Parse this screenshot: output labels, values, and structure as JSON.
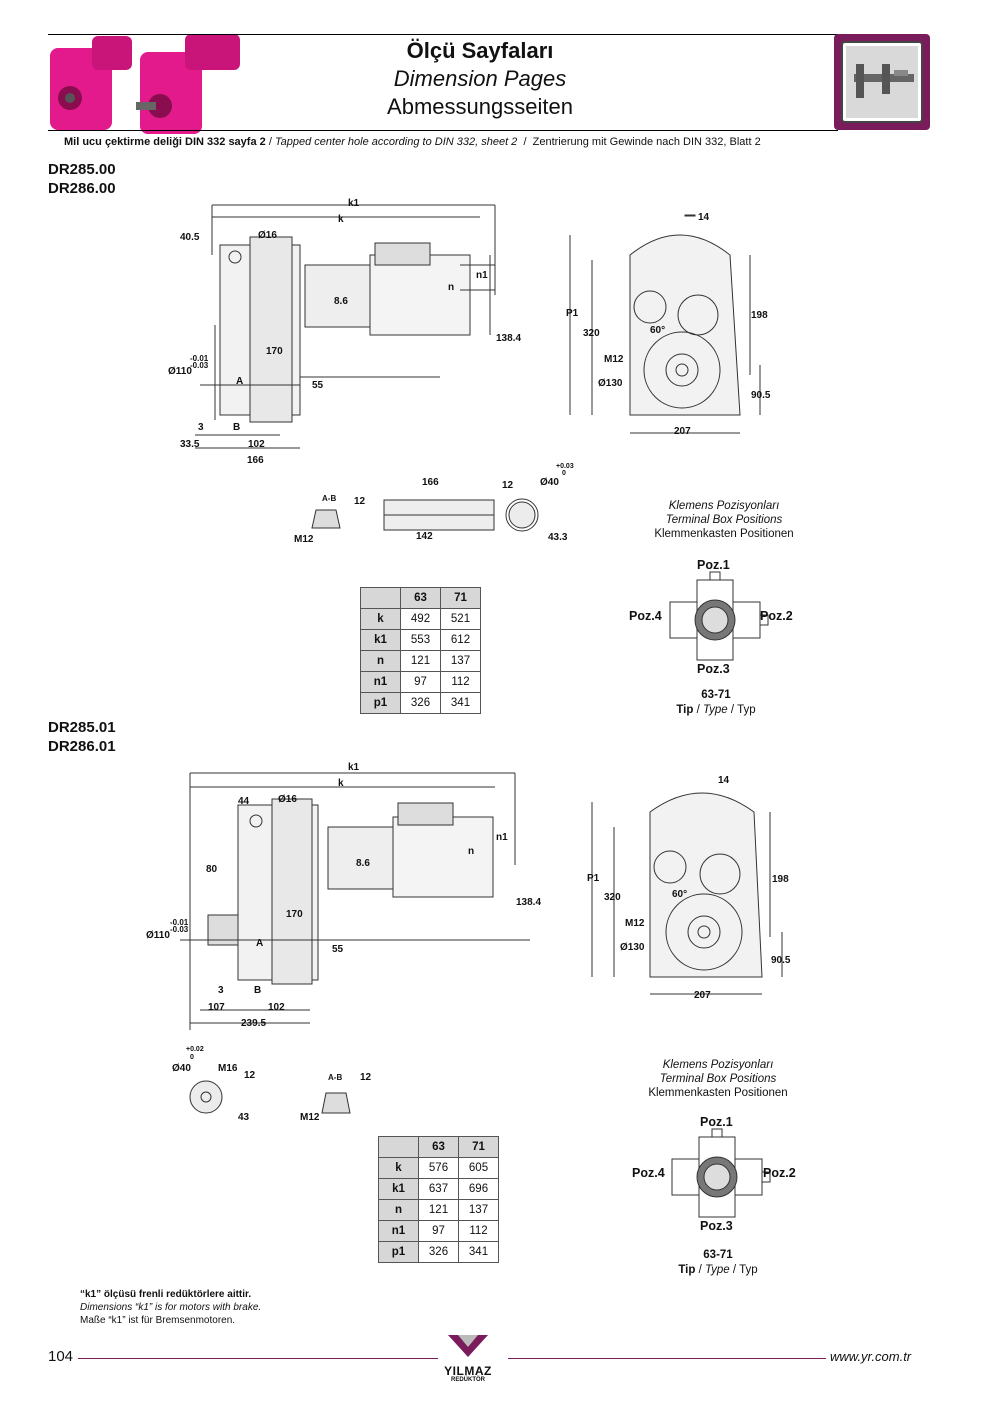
{
  "header": {
    "title_tr": "Ölçü Sayfaları",
    "title_en": "Dimension Pages",
    "title_de": "Abmessungsseiten",
    "icon": "caliper-icon"
  },
  "note": {
    "tr": "Mil ucu çektirme deliği DIN 332 sayfa 2",
    "en": "Tapped center hole according to DIN 332, sheet 2",
    "de": "Zentrierung mit Gewinde nach DIN 332, Blatt 2",
    "sep": "/"
  },
  "section1": {
    "model_a": "DR285.00",
    "model_b": "DR286.00",
    "dims": {
      "k1": "k1",
      "k": "k",
      "d40_5": "40.5",
      "d16": "Ø16",
      "d14": "14",
      "n1": "n1",
      "n": "n",
      "d8_6": "8.6",
      "d138_4": "138.4",
      "d170": "170",
      "d110": "Ø110",
      "tol_a": "-0.01",
      "tol_b": "-0.03",
      "a": "A",
      "b": "B",
      "d55": "55",
      "d3": "3",
      "d33_5": "33.5",
      "d102": "102",
      "d166": "166",
      "p1": "P1",
      "d320": "320",
      "d60": "60°",
      "d198": "198",
      "m12": "M12",
      "d130": "Ø130",
      "d90_5": "90.5",
      "d207": "207"
    },
    "shaft": {
      "ab": "A-B",
      "d12a": "12",
      "m12": "M12",
      "d166": "166",
      "d142": "142",
      "d12b": "12",
      "d40": "Ø40",
      "tol_a": "+0.03",
      "tol_b": "0",
      "d43_3": "43.3"
    },
    "table": {
      "cols": [
        "63",
        "71"
      ],
      "rows": [
        {
          "label": "k",
          "values": [
            "492",
            "521"
          ]
        },
        {
          "label": "k1",
          "values": [
            "553",
            "612"
          ]
        },
        {
          "label": "n",
          "values": [
            "121",
            "137"
          ]
        },
        {
          "label": "n1",
          "values": [
            "97",
            "112"
          ]
        },
        {
          "label": "p1",
          "values": [
            "326",
            "341"
          ]
        }
      ]
    },
    "terminal": {
      "title_tr": "Klemens Pozisyonları",
      "title_en": "Terminal Box Positions",
      "title_de": "Klemmenkasten Positionen",
      "poz1": "Poz.1",
      "poz2": "Poz.2",
      "poz3": "Poz.3",
      "poz4": "Poz.4",
      "type_num": "63-71",
      "type_tr": "Tip",
      "type_en": "Type",
      "type_de": "Typ",
      "sep": "/"
    }
  },
  "section2": {
    "model_a": "DR285.01",
    "model_b": "DR286.01",
    "dims": {
      "k1": "k1",
      "k": "k",
      "d44": "44",
      "d16": "Ø16",
      "d14": "14",
      "n1": "n1",
      "n": "n",
      "d80": "80",
      "d8_6": "8.6",
      "d138_4": "138.4",
      "d170": "170",
      "d110": "Ø110",
      "tol_a": "-0.01",
      "tol_b": "-0.03",
      "a": "A",
      "b": "B",
      "d55": "55",
      "d3": "3",
      "d107": "107",
      "d102": "102",
      "d239_5": "239.5",
      "p1": "P1",
      "d320": "320",
      "d60": "60°",
      "d198": "198",
      "m12": "M12",
      "d130": "Ø130",
      "d90_5": "90.5",
      "d207": "207"
    },
    "shaft": {
      "tol_a": "+0.02",
      "tol_b": "0",
      "d40": "Ø40",
      "m16": "M16",
      "d12a": "12",
      "d43": "43",
      "ab": "A-B",
      "d12b": "12",
      "m12": "M12"
    },
    "table": {
      "cols": [
        "63",
        "71"
      ],
      "rows": [
        {
          "label": "k",
          "values": [
            "576",
            "605"
          ]
        },
        {
          "label": "k1",
          "values": [
            "637",
            "696"
          ]
        },
        {
          "label": "n",
          "values": [
            "121",
            "137"
          ]
        },
        {
          "label": "n1",
          "values": [
            "97",
            "112"
          ]
        },
        {
          "label": "p1",
          "values": [
            "326",
            "341"
          ]
        }
      ]
    },
    "terminal": {
      "title_tr": "Klemens Pozisyonları",
      "title_en": "Terminal Box Positions",
      "title_de": "Klemmenkasten Positionen",
      "poz1": "Poz.1",
      "poz2": "Poz.2",
      "poz3": "Poz.3",
      "poz4": "Poz.4",
      "type_num": "63-71",
      "type_tr": "Tip",
      "type_en": "Type",
      "type_de": "Typ",
      "sep": "/"
    }
  },
  "footnote": {
    "tr": "“k1” ölçüsü frenli redüktörlere aittir.",
    "en": "Dimensions “k1” is for motors with brake.",
    "de": "Maße “k1” ist für Bremsenmotoren."
  },
  "footer": {
    "page": "104",
    "url": "www.yr.com.tr",
    "logo": "YILMAZ",
    "logo_sub": "REDÜKTÖR"
  },
  "colors": {
    "accent": "#e8198b",
    "frame": "#7a1b5c",
    "table_header": "#d7d7d7"
  }
}
